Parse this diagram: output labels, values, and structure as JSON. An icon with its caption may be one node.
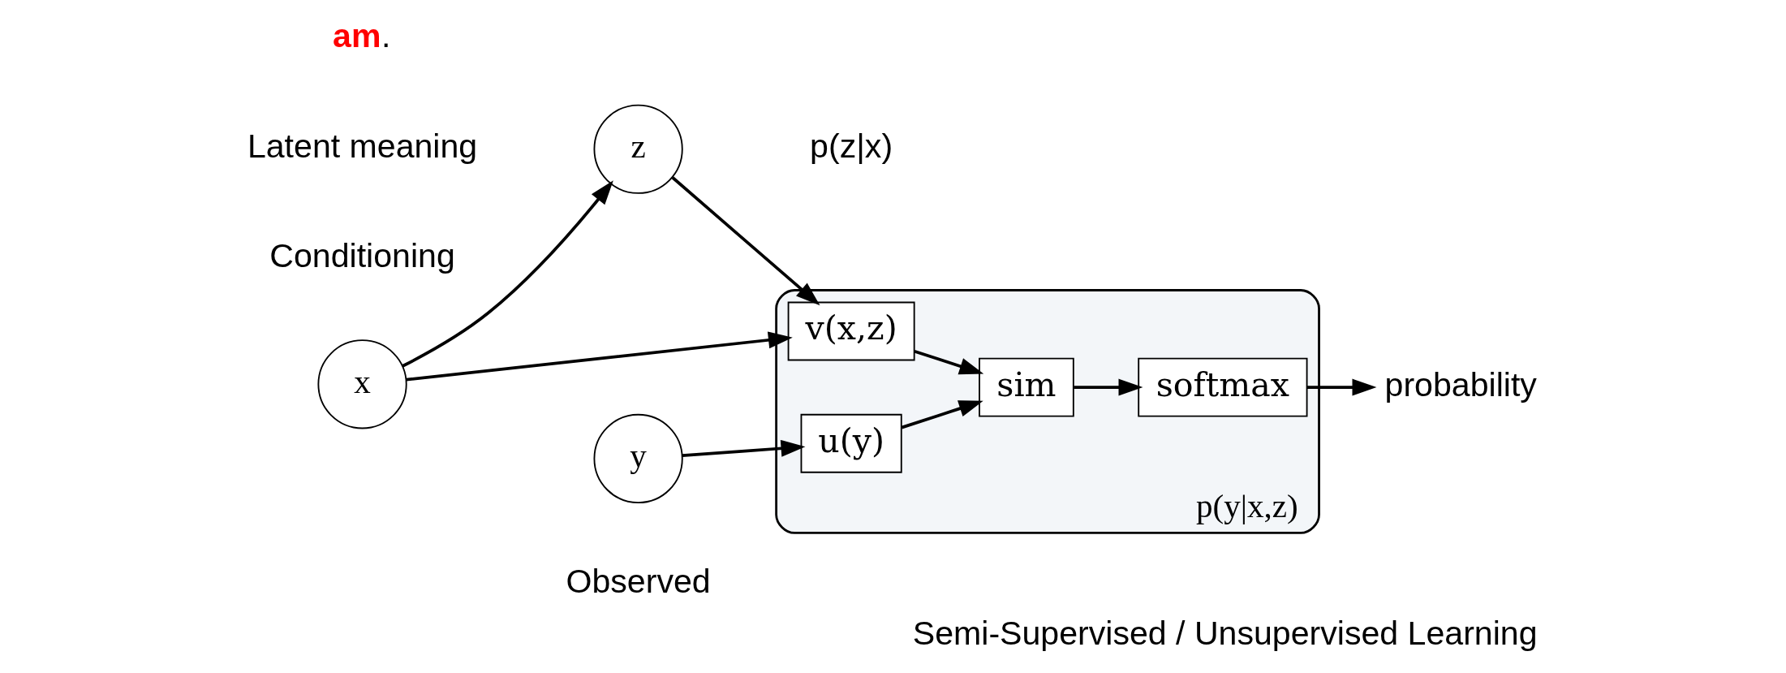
{
  "diagram": {
    "caption": "Semi-Supervised / Unsupervised Learning",
    "nodes": [
      {
        "text": [
          "z"
        ],
        "beside": [
          "Latent meaning",
          "p(z|x)"
        ]
      },
      {
        "text": [
          "x"
        ],
        "beside": [
          "Conditioning"
        ]
      },
      {
        "text": [
          "y"
        ],
        "beside": [
          "Observed"
        ]
      },
      {
        "text": [
          "p(y|x,z)"
        ]
      },
      {
        "text": [
          "v(x,z)"
        ],
        "in": 3
      },
      {
        "text": [
          "u(y)"
        ],
        "in": 3
      },
      {
        "text": [
          "sim"
        ],
        "in": 3
      },
      {
        "text": [
          "softmax"
        ],
        "in": 3
      },
      {
        "text": [
          "probability"
        ]
      }
    ],
    "edges": [
      {
        "from": 1,
        "to": 0,
        "arrow": "to"
      },
      {
        "from": 0,
        "to": 4,
        "arrow": "to"
      },
      {
        "from": 1,
        "to": 4,
        "arrow": "to"
      },
      {
        "from": 2,
        "to": 5,
        "arrow": "to"
      },
      {
        "from": 4,
        "to": 6,
        "arrow": "to"
      },
      {
        "from": 5,
        "to": 6,
        "arrow": "to"
      },
      {
        "from": 6,
        "to": 7,
        "arrow": "to"
      },
      {
        "from": 7,
        "to": 8,
        "arrow": "to"
      }
    ],
    "labels": [
      "**am**."
    ]
  }
}
